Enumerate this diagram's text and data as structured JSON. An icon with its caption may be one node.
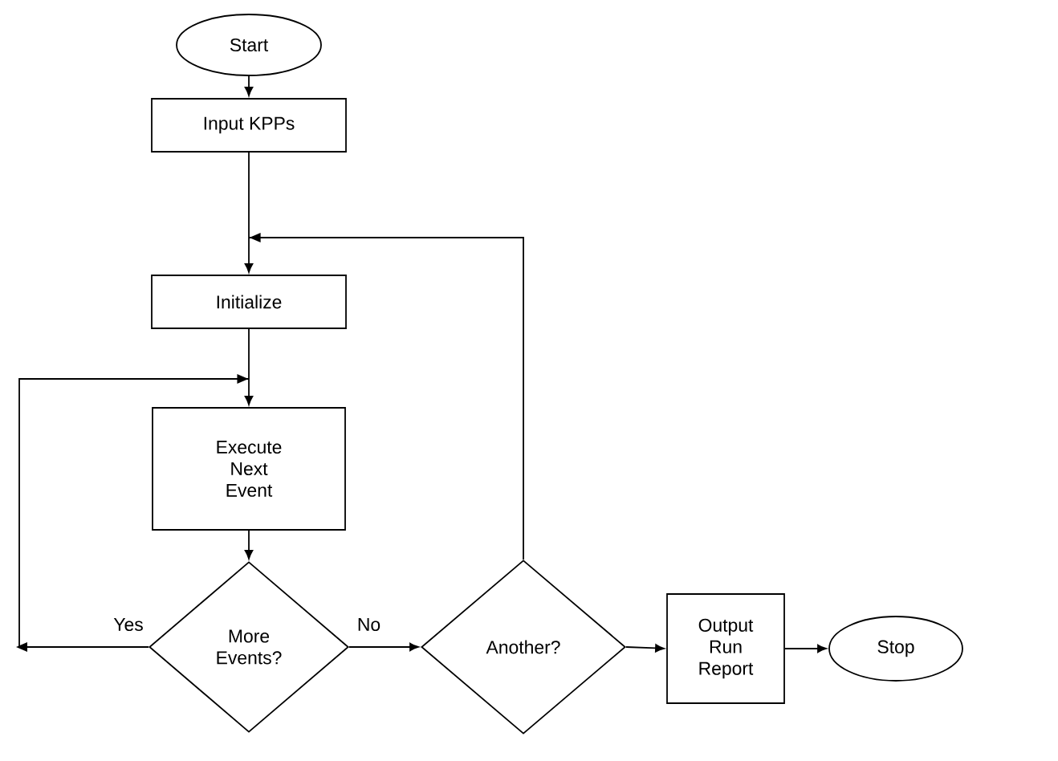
{
  "diagram": {
    "nodes": [
      {
        "text": [
          "Start"
        ]
      },
      {
        "text": [
          "Input KPPs"
        ]
      },
      {
        "text": [
          "Initialize"
        ]
      },
      {
        "text": [
          "Execute Next Event"
        ]
      },
      {
        "text": [
          "More Events?"
        ]
      },
      {
        "text": [
          "Another?"
        ]
      },
      {
        "text": [
          "Output Run Report"
        ]
      },
      {
        "text": [
          "Stop"
        ]
      }
    ],
    "edges": [
      {
        "from": 0,
        "to": 1,
        "arrow": "to"
      },
      {
        "from": 1,
        "to": 2,
        "arrow": "to"
      },
      {
        "from": 5,
        "to": 2,
        "arrow": "to"
      },
      {
        "from": 2,
        "to": 3,
        "arrow": "to"
      },
      {
        "from": 4,
        "to": 3,
        "arrow": "to",
        "label": "Yes"
      },
      {
        "from": 3,
        "to": 4,
        "arrow": "to"
      },
      {
        "from": 4,
        "to": 5,
        "arrow": "to",
        "label": "No"
      },
      {
        "from": 5,
        "to": 6,
        "arrow": "to"
      },
      {
        "from": 6,
        "to": 7,
        "arrow": "to"
      }
    ]
  }
}
